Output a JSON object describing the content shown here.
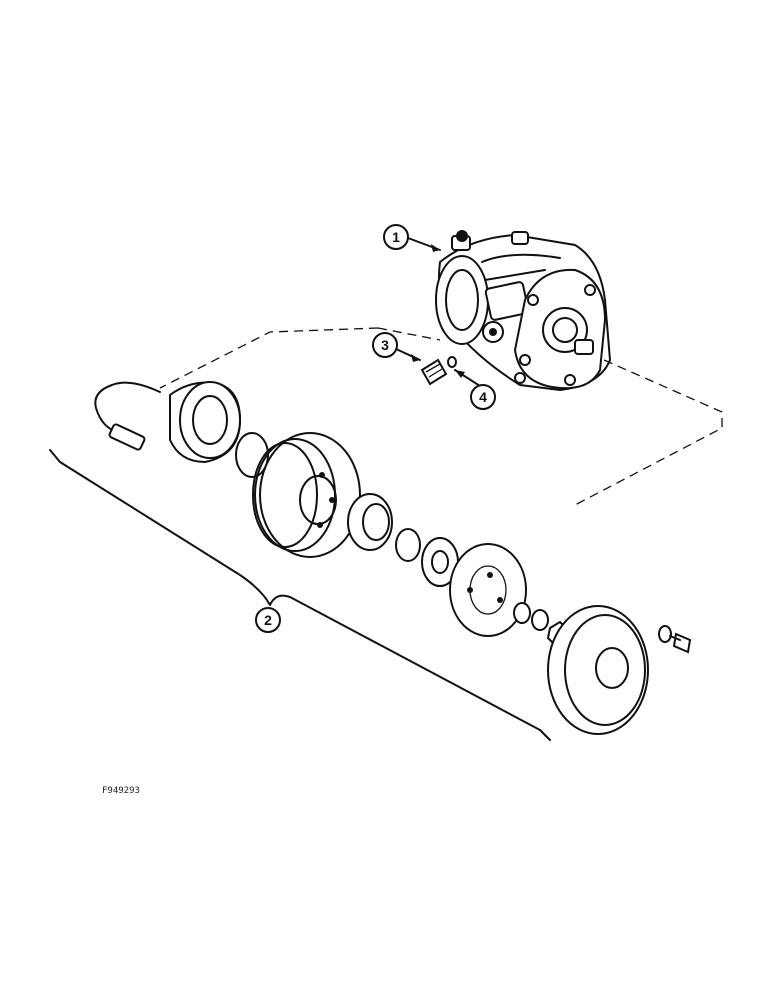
{
  "callouts": {
    "c1": "1",
    "c2": "2",
    "c3": "3",
    "c4": "4"
  },
  "figure_code": "F949293"
}
